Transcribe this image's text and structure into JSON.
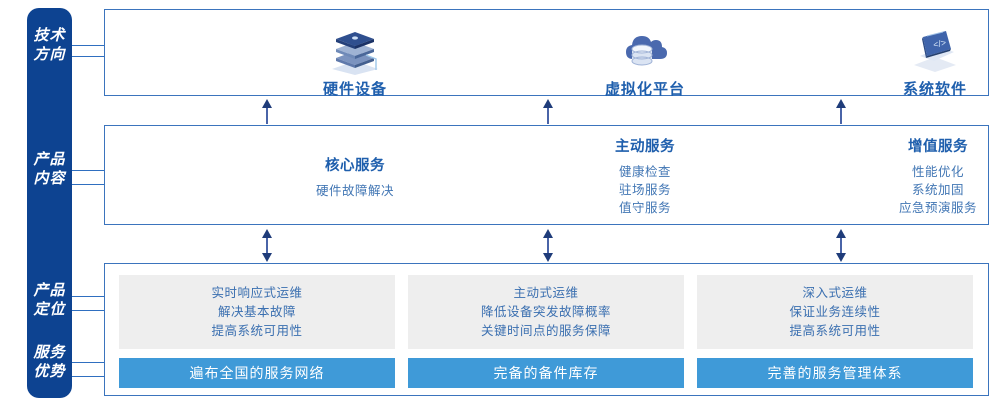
{
  "diagram": {
    "sidebar": {
      "color": "#0d4391",
      "sections": [
        {
          "name": "tech-direction",
          "line1": "技术",
          "line2": "方向"
        },
        {
          "name": "product-content",
          "line1": "产品",
          "line2": "内容"
        },
        {
          "name": "product-positioning",
          "line1": "产品",
          "line2": "定位"
        },
        {
          "name": "service-advantage",
          "line1": "服务",
          "line2": "优势"
        }
      ]
    },
    "tech_direction": {
      "columns": [
        {
          "icon": "server-stack-icon",
          "label": "硬件设备"
        },
        {
          "icon": "cloud-database-icon",
          "label": "虚拟化平台"
        },
        {
          "icon": "laptop-code-icon",
          "label": "系统软件"
        }
      ]
    },
    "product_content": {
      "columns": [
        {
          "title": "核心服务",
          "items": [
            "硬件故障解决"
          ]
        },
        {
          "title": "主动服务",
          "items": [
            "健康检查",
            "驻场服务",
            "值守服务"
          ]
        },
        {
          "title": "增值服务",
          "items": [
            "性能优化",
            "系统加固",
            "应急预演服务"
          ]
        }
      ]
    },
    "product_positioning": {
      "columns": [
        {
          "lines": [
            "实时响应式运维",
            "解决基本故障",
            "提高系统可用性"
          ]
        },
        {
          "lines": [
            "主动式运维",
            "降低设备突发故障概率",
            "关键时间点的服务保障"
          ]
        },
        {
          "lines": [
            "深入式运维",
            "保证业务连续性",
            "提高系统可用性"
          ]
        }
      ]
    },
    "service_advantage": {
      "bars": [
        "遍布全国的服务网络",
        "完备的备件库存",
        "完善的服务管理体系"
      ],
      "bar_color": "#3f9ad8"
    },
    "arrows": {
      "row1_to_row2": "arrow-up",
      "row2_to_row3": "arrow-up-down"
    },
    "colors": {
      "border_blue": "#3b74bd",
      "title_blue": "#1f5fad",
      "body_blue": "#3a6fb0",
      "grey_panel": "#eeeeee",
      "sidebar_blue": "#0d4391"
    }
  }
}
